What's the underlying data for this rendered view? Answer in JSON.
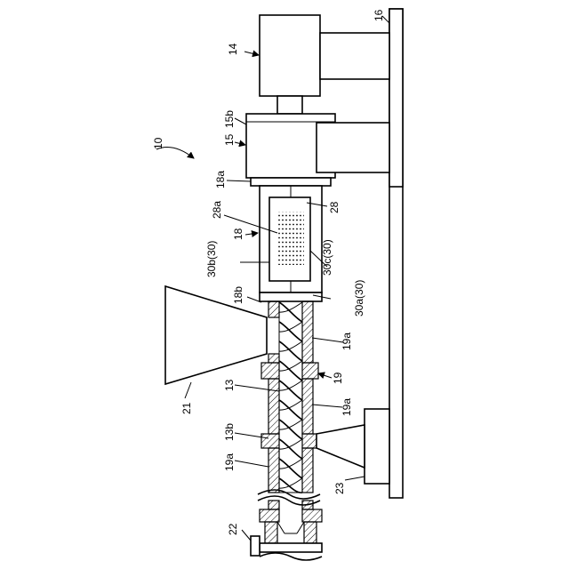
{
  "figure": {
    "labels": {
      "l10": "10",
      "l14": "14",
      "l15": "15",
      "l15b": "15b",
      "l16": "16",
      "l18": "18",
      "l18a": "18a",
      "l18b": "18b",
      "l19": "19",
      "l19a_1": "19a",
      "l19a_2": "19a",
      "l19a_3": "19a",
      "l13": "13",
      "l13b": "13b",
      "l21": "21",
      "l22": "22",
      "l23": "23",
      "l28": "28",
      "l28a": "28a",
      "l30a": "30a(30)",
      "l30b": "30b(30)",
      "l30c": "30c(30)"
    }
  }
}
